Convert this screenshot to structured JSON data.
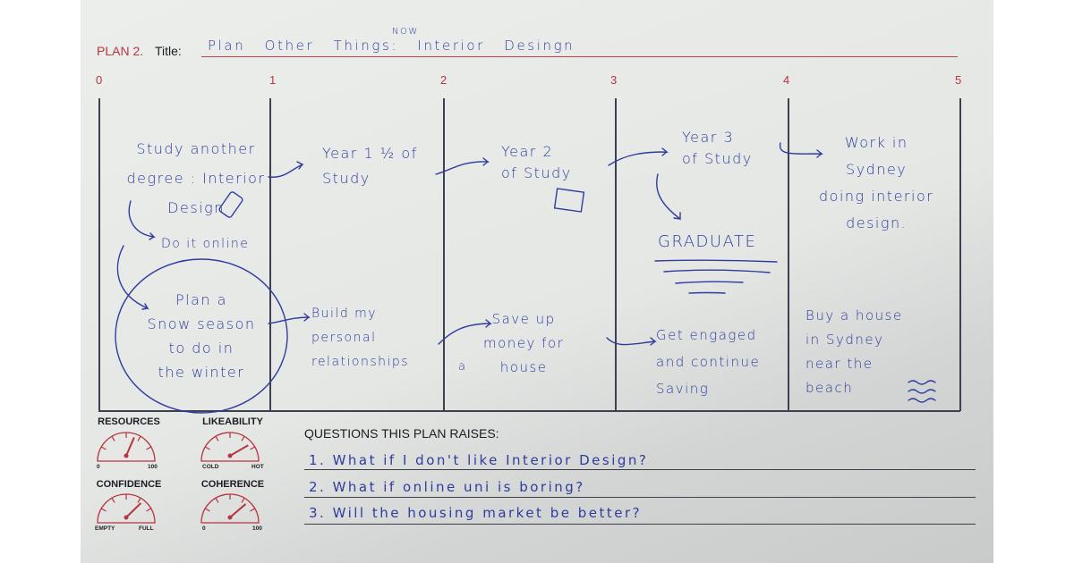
{
  "header": {
    "plan_label": "PLAN 2.",
    "title_label": "Title:",
    "title_value": "Plan Other Things: Interior Desingn",
    "title_insert": "NOW"
  },
  "timeline": {
    "markers": [
      "0",
      "1",
      "2",
      "3",
      "4",
      "5"
    ]
  },
  "top_row": [
    "Study another\ndegree : Interior\nDesign",
    "Year 1 ½ of\nStudy",
    "Year 2\nof Study",
    "Year 3\nof Study",
    "Work in\nSydney\ndoing interior\ndesign."
  ],
  "top_notes": {
    "online": "Do it online",
    "graduate": "GRADUATE"
  },
  "bottom_row": [
    "Plan a\nSnow season\nto do in\nthe winter",
    "Build my\npersonal\nrelationships",
    "Save up\nmoney for\nhouse",
    "Get engaged\nand continue\nSaving",
    "Buy a house\nin Sydney\nnear the\nbeach"
  ],
  "bottom_notes": {
    "a": "a"
  },
  "gauges": [
    {
      "label": "RESOURCES",
      "min": "0",
      "max": "100",
      "value": 0.62
    },
    {
      "label": "LIKEABILITY",
      "min": "COLD",
      "max": "HOT",
      "value": 0.82
    },
    {
      "label": "CONFIDENCE",
      "min": "EMPTY",
      "max": "FULL",
      "value": 0.74
    },
    {
      "label": "COHERENCE",
      "min": "0",
      "max": "100",
      "value": 0.76
    }
  ],
  "questions": {
    "heading": "QUESTIONS THIS PLAN RAISES:",
    "items": [
      "1. What if I don't like Interior Design?",
      "2. What if online uni is boring?",
      "3. Will the housing market be better?"
    ]
  },
  "colors": {
    "ink": "#2f3c9e",
    "print_red": "#b8343f",
    "paper": "#e6e8e6"
  }
}
